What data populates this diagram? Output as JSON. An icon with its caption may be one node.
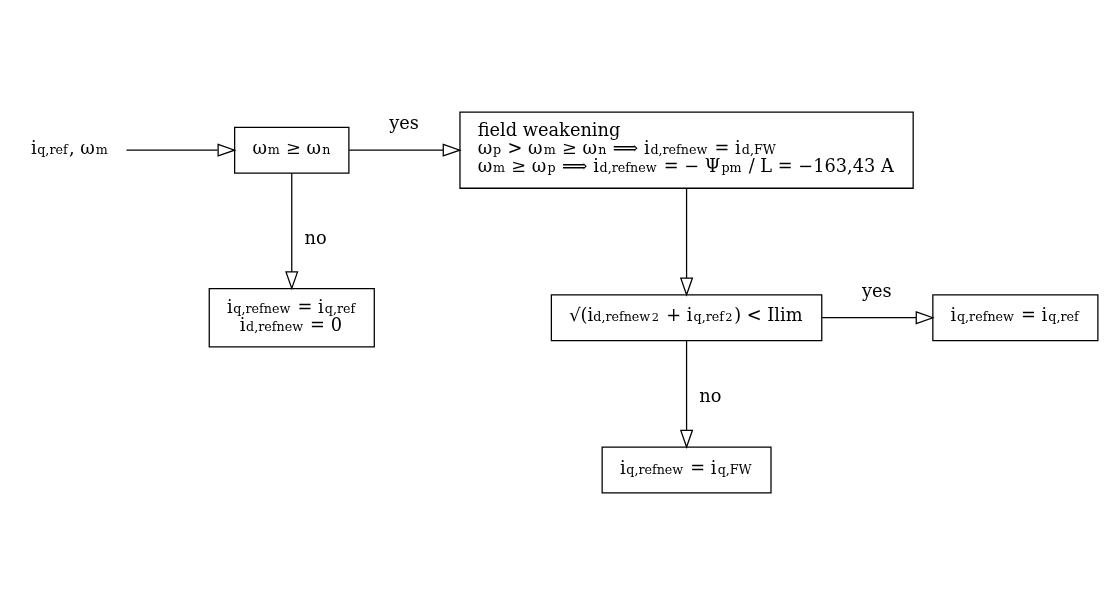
{
  "diagram": {
    "nodes": [
      {
        "text": [
          "i$_{q,ref}$, ω$_{m}$"
        ]
      },
      {
        "text": [
          "ω$_{m}$ ≥ ω$_{n}$"
        ]
      },
      {
        "text": [
          "field weakening",
          "ω$_{p}$ > ω$_{m}$ ≥ ω$_{n}$ ⟹ i$_{d,refnew}$ = i$_{d,FW}$",
          "ω$_{m}$ ≥ ω$_{p}$ ⟹ i$_{d,refnew}$ = − Ψ$_{pm}$ / L = −163,43 A"
        ]
      },
      {
        "text": [
          "i$_{q,refnew}$ = i$_{q,ref}$",
          "i$_{d,refnew}$ = 0"
        ]
      },
      {
        "text": [
          "√(i$_{d,refnew}$$^{2}$ + i$_{q,ref}$$^{2}$) < Ilim"
        ]
      },
      {
        "text": [
          "i$_{q,refnew}$ = i$_{q,ref}$"
        ]
      },
      {
        "text": [
          "i$_{q,refnew}$ = i$_{q,FW}$"
        ]
      }
    ],
    "edges": [
      {
        "from": 0,
        "to": 1,
        "arrow": "to"
      },
      {
        "from": 1,
        "to": 2,
        "arrow": "to",
        "label": "yes"
      },
      {
        "from": 1,
        "to": 3,
        "arrow": "to",
        "label": "no"
      },
      {
        "from": 2,
        "to": 4,
        "arrow": "to"
      },
      {
        "from": 4,
        "to": 5,
        "arrow": "to",
        "label": "yes"
      },
      {
        "from": 4,
        "to": 6,
        "arrow": "to",
        "label": "no"
      }
    ]
  }
}
